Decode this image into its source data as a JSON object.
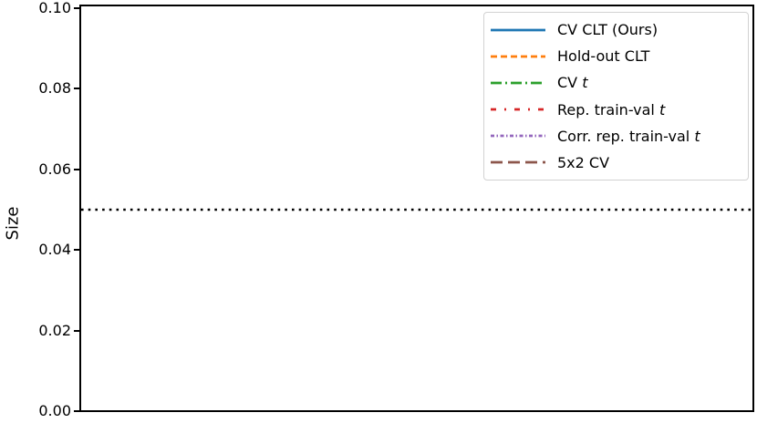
{
  "chart_data": {
    "type": "line",
    "title": "",
    "xlabel": "",
    "ylabel": "Size",
    "ylim": [
      0.0,
      0.1
    ],
    "yticks": [
      0.0,
      0.02,
      0.04,
      0.06,
      0.08,
      0.1
    ],
    "ytick_labels": [
      "0.00",
      "0.02",
      "0.04",
      "0.06",
      "0.08",
      "0.10"
    ],
    "xtick_labels": [],
    "grid": false,
    "legend_position": "upper right",
    "note": "Plot area is empty except a dotted black horizontal reference line at y = 0.05; series appear only in the legend.",
    "reference_line": {
      "y": 0.05,
      "color": "#000000",
      "style": "dotted"
    },
    "series": [
      {
        "name": "CV CLT (Ours)",
        "math_suffix": "",
        "color": "#1f77b4",
        "linestyle": "solid",
        "dash": ""
      },
      {
        "name": "Hold-out CLT",
        "math_suffix": "",
        "color": "#ff7f0e",
        "linestyle": "dashed",
        "dash": "7 4"
      },
      {
        "name": "CV ",
        "math_suffix": "t",
        "color": "#2ca02c",
        "linestyle": "dashdot",
        "dash": "12 4 2 4"
      },
      {
        "name": "Rep. train-val ",
        "math_suffix": "t",
        "color": "#d62728",
        "linestyle": "sparse dashdot",
        "dash": "6 9 2 9"
      },
      {
        "name": "Corr. rep. train-val ",
        "math_suffix": "t",
        "color": "#9467bd",
        "linestyle": "dense dashdot",
        "dash": "4 2.5 1.5 2.5"
      },
      {
        "name": "5x2 CV",
        "math_suffix": "",
        "color": "#8c564b",
        "linestyle": "long dash",
        "dash": "13 6"
      }
    ]
  }
}
